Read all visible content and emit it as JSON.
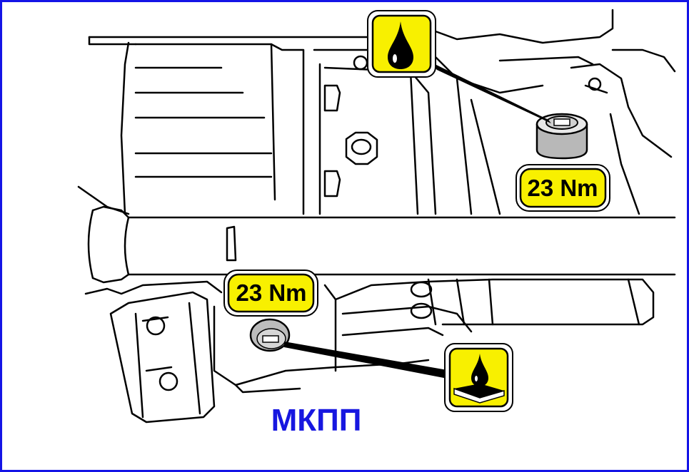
{
  "torque_top": {
    "label": "23 Nm"
  },
  "torque_bottom": {
    "label": "23 Nm"
  },
  "caption": {
    "label": "МКПП"
  },
  "icons": {
    "fill_plug": "oil-fill-icon",
    "drain_plug": "oil-drain-icon"
  },
  "colors": {
    "frame": "#1414e6",
    "badge_fill": "#f8f000",
    "caption": "#1717e0",
    "plug_fill": "#b8b8b8"
  }
}
